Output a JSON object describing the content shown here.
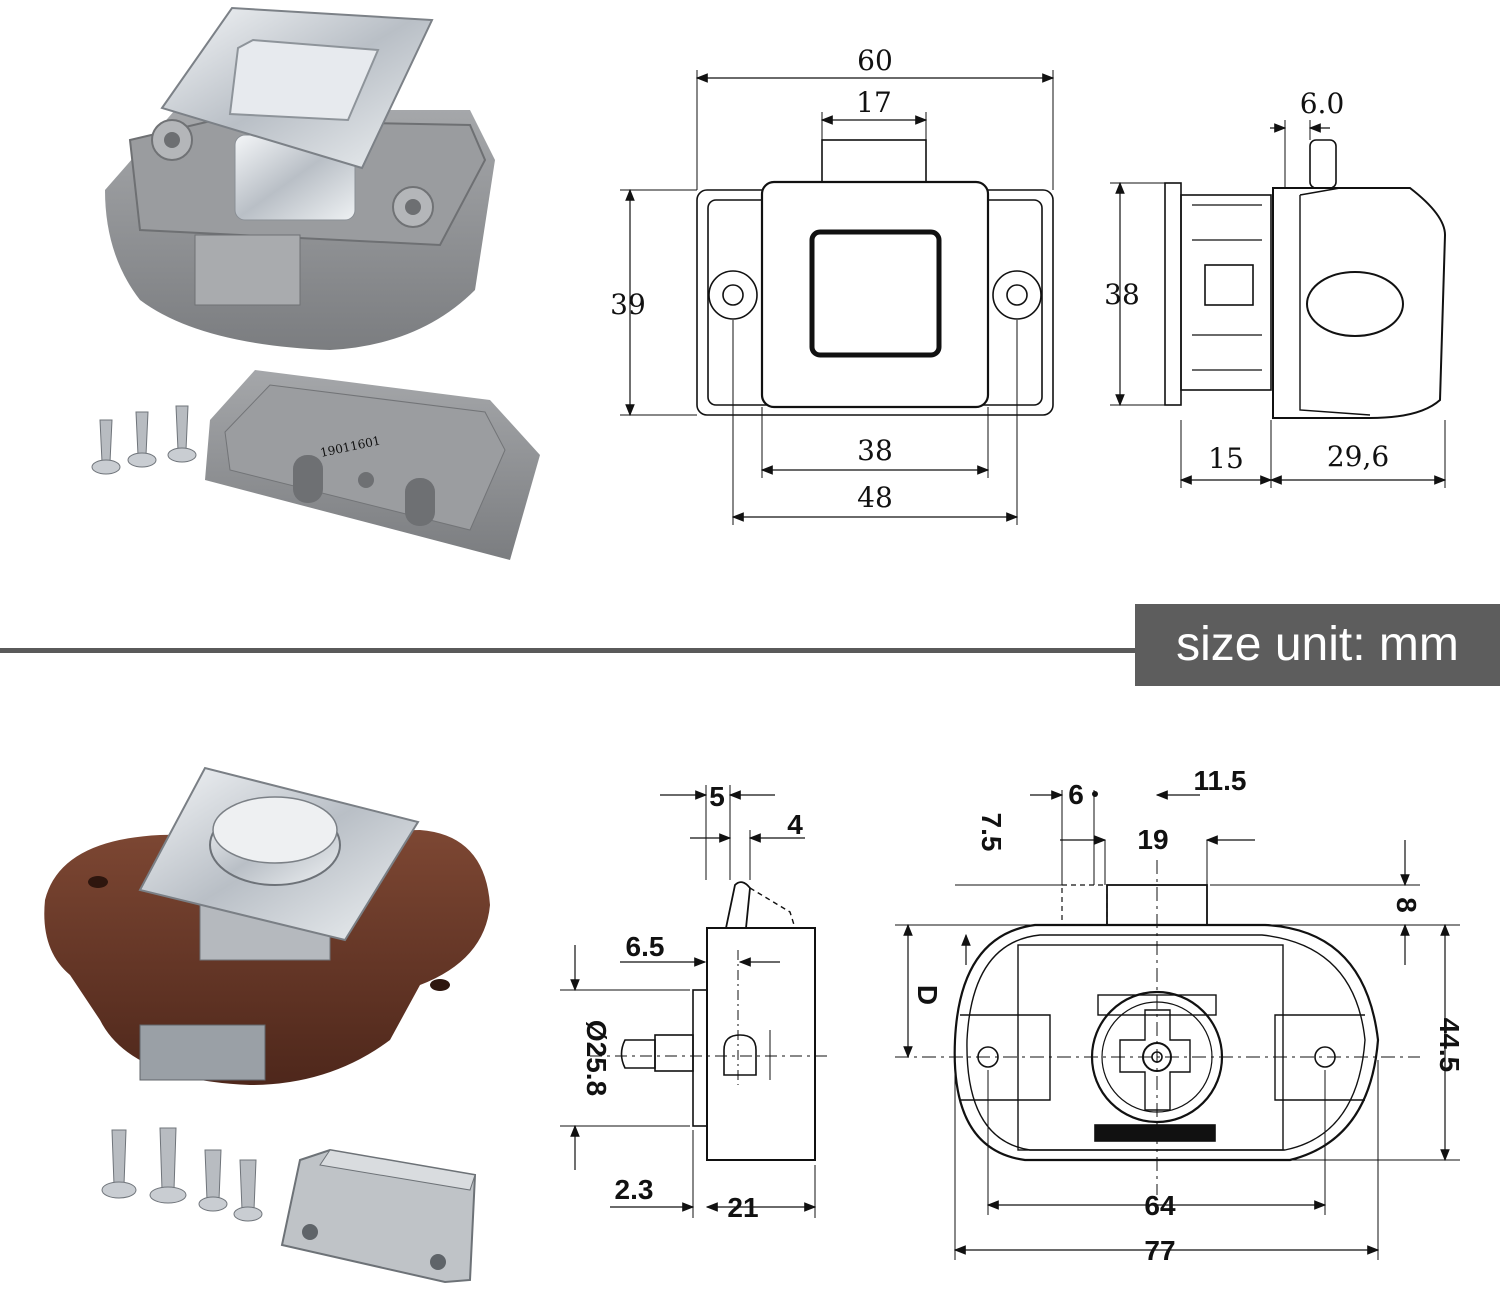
{
  "unit_banner": "size unit: mm",
  "top_front": {
    "width_60": "60",
    "width_17": "17",
    "height_39": "39",
    "width_38": "38",
    "width_48": "48"
  },
  "top_side": {
    "dim_6": "6.0",
    "height_38": "38",
    "depth_15": "15",
    "depth_29": "29,6"
  },
  "bottom_side": {
    "d5": "5",
    "d4": "4",
    "d6_5": "6.5",
    "dia": "Ø25.8",
    "d2_3": "2.3",
    "d21": "21"
  },
  "bottom_front": {
    "d6": "6",
    "d11_5": "11.5",
    "d7_5": "7.5",
    "d19": "19",
    "d8": "8",
    "dD": "D",
    "d44_5": "44.5",
    "d64": "64",
    "d77": "77"
  },
  "part_text": "19011601",
  "colors": {
    "chrome": "#d9dde2",
    "gray_plastic": "#8f9194",
    "brown_plastic": "#6a3a2a",
    "banner": "#5d5d5d"
  }
}
